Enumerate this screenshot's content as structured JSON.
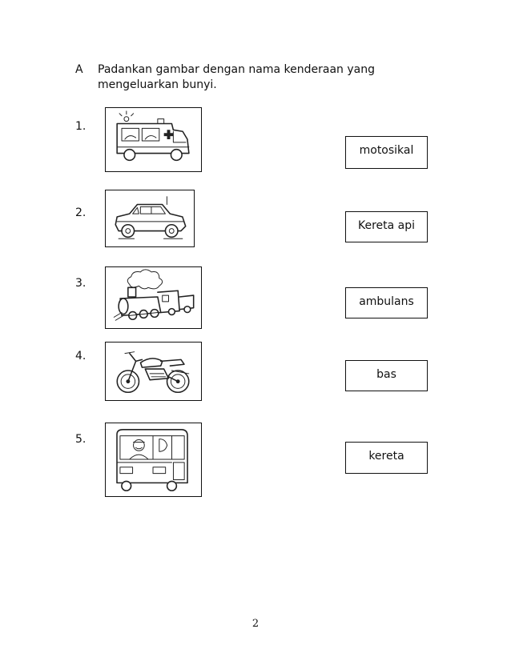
{
  "worksheet": {
    "section_letter": "A",
    "instruction_line1": "Padankan gambar dengan nama kenderaan yang",
    "instruction_line2": "mengeluarkan bunyi."
  },
  "items": [
    {
      "number": "1.",
      "picture_icon": "ambulance-icon"
    },
    {
      "number": "2.",
      "picture_icon": "car-icon"
    },
    {
      "number": "3.",
      "picture_icon": "train-icon"
    },
    {
      "number": "4.",
      "picture_icon": "motorcycle-icon"
    },
    {
      "number": "5.",
      "picture_icon": "bus-icon"
    }
  ],
  "answer_labels": [
    "motosikal",
    "Kereta api",
    "ambulans",
    "bas",
    "kereta"
  ],
  "footer": {
    "page_number": "2"
  }
}
